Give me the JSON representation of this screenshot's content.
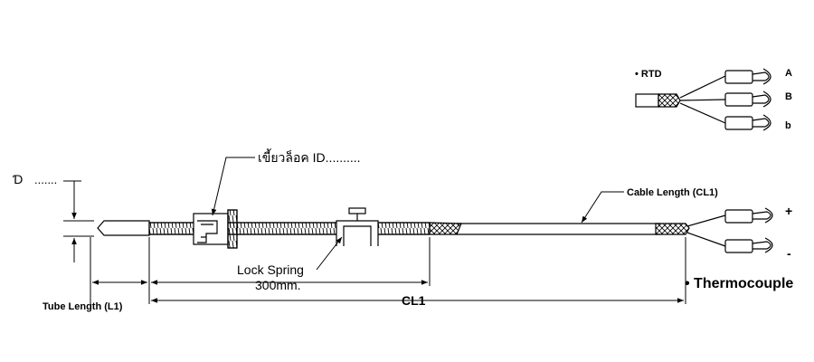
{
  "labels": {
    "d_symbol": "Ɗ",
    "d_dots": ".......",
    "lock_nut_id": "เขี้ยวล็อค ID..........",
    "lock_spring": "Lock Spring",
    "spring_length": "300mm.",
    "tube_length": "Tube Length (L1)",
    "cl1": "CL1",
    "cable_length": "Cable Length (CL1)",
    "thermocouple": "• Thermocouple",
    "plus": "+",
    "minus": "-",
    "rtd": "• RTD",
    "rtd_a": "A",
    "rtd_B": "B",
    "rtd_b": "b"
  },
  "colors": {
    "line": "#000000",
    "background": "#ffffff"
  }
}
